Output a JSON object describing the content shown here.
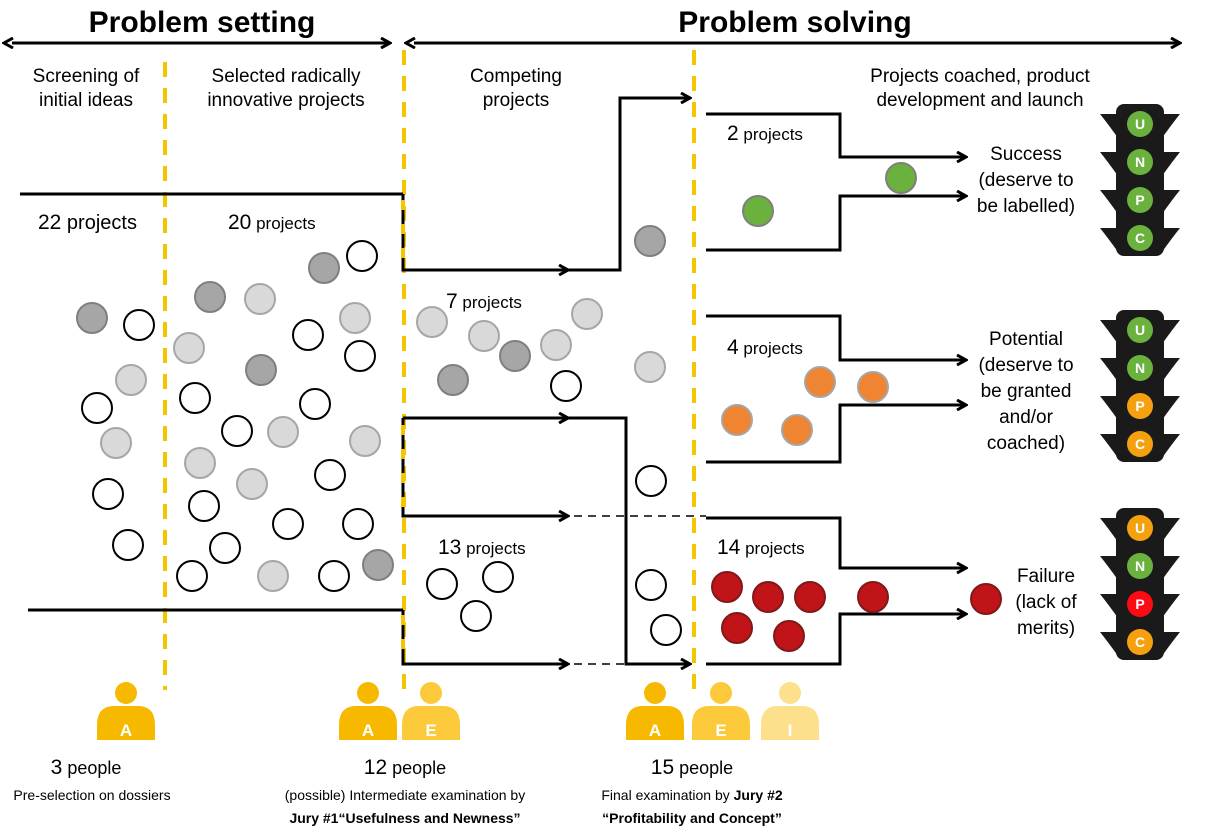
{
  "header": {
    "setting": "Problem setting",
    "solving": "Problem solving"
  },
  "phases": {
    "screening": [
      "Screening of",
      "initial ideas"
    ],
    "selected": [
      "Selected radically",
      "innovative projects"
    ],
    "competing": [
      "Competing",
      "projects"
    ],
    "coached": [
      "Projects coached, product",
      "development and launch"
    ]
  },
  "counts": {
    "c22": {
      "num": "22",
      "unit": " projects"
    },
    "c20": {
      "num": "20",
      "unit": " projects"
    },
    "c7": {
      "num": "7",
      "unit": " projects"
    },
    "c13": {
      "num": "13",
      "unit": " projects"
    },
    "c2": {
      "num": "2",
      "unit": " projects"
    },
    "c4": {
      "num": "4",
      "unit": " projects"
    },
    "c14": {
      "num": "14",
      "unit": " projects"
    }
  },
  "outcomes": {
    "success": [
      "Success",
      "(deserve to",
      "be labelled)"
    ],
    "potential": [
      "Potential",
      "(deserve to",
      "be granted",
      "and/or",
      "coached)"
    ],
    "failure": [
      "Failure",
      "(lack of",
      "merits)"
    ]
  },
  "people": {
    "p3": {
      "num": "3",
      "unit": " people",
      "caption": "Pre-selection on dossiers"
    },
    "p12": {
      "num": "12",
      "unit": " people",
      "caption": "(possible) Intermediate examination by",
      "jury_a": "Jury #1",
      "jury_b": "“Usefulness and Newness”"
    },
    "p15": {
      "num": "15",
      "unit": " people",
      "caption_a": "Final examination by ",
      "caption_b": "Jury #2",
      "jury": "“Profitability and Concept”"
    }
  },
  "person_letters": {
    "a": "A",
    "e": "E",
    "i": "I"
  },
  "traffic_lights": {
    "success": [
      {
        "l": "U",
        "c": "#6bb13e"
      },
      {
        "l": "N",
        "c": "#6bb13e"
      },
      {
        "l": "P",
        "c": "#6bb13e"
      },
      {
        "l": "C",
        "c": "#6bb13e"
      }
    ],
    "potential": [
      {
        "l": "U",
        "c": "#6bb13e"
      },
      {
        "l": "N",
        "c": "#6bb13e"
      },
      {
        "l": "P",
        "c": "#f5a00f"
      },
      {
        "l": "C",
        "c": "#f5a00f"
      }
    ],
    "failure": [
      {
        "l": "U",
        "c": "#f5a00f"
      },
      {
        "l": "N",
        "c": "#6bb13e"
      },
      {
        "l": "P",
        "c": "#ff0a14"
      },
      {
        "l": "C",
        "c": "#f5a00f"
      }
    ]
  },
  "colors": {
    "dash_line": "#f5c600",
    "person_a": "#f7b900",
    "person_e": "#fcc93a",
    "person_i": "#fde08c",
    "dot_dark": "#a6a6a6",
    "dot_light": "#d9d9d9",
    "dot_green": "#6bb13e",
    "dot_orange": "#ef8532",
    "dot_red": "#c01419"
  }
}
